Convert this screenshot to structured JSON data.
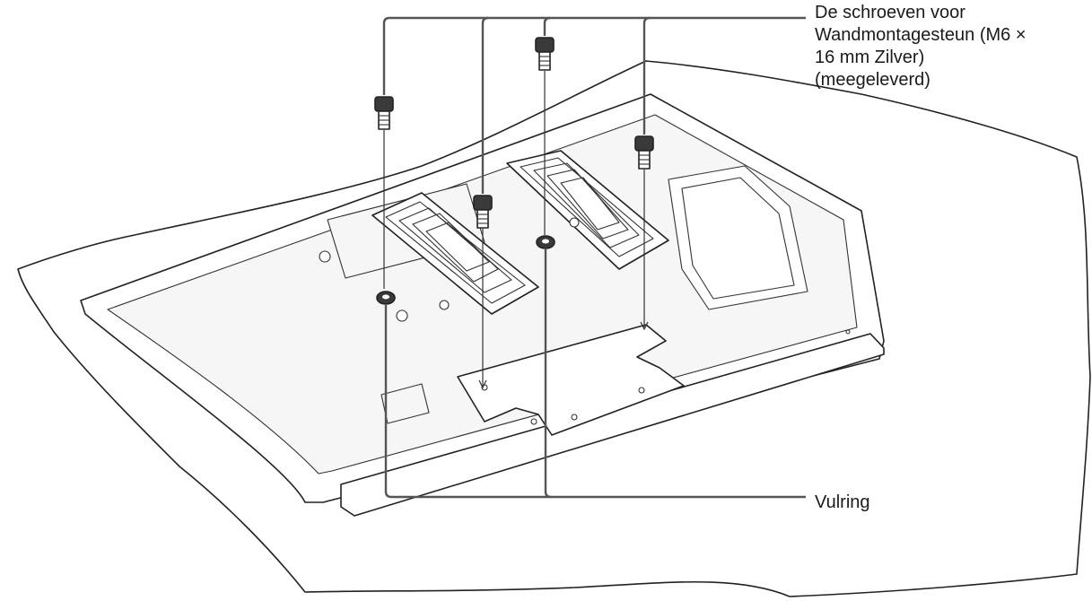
{
  "labels": {
    "screws": {
      "line1": "De schroeven voor",
      "line2": "Wandmontagesteun (M6 ×",
      "line3": "16 mm Zilver)",
      "line4": "(meegeleverd)"
    },
    "washer": "Vulring"
  },
  "colors": {
    "ink": "#222222",
    "callout": "#555555",
    "background": "#ffffff"
  },
  "icons": {
    "screw": "screw-icon",
    "washer": "washer-icon"
  }
}
